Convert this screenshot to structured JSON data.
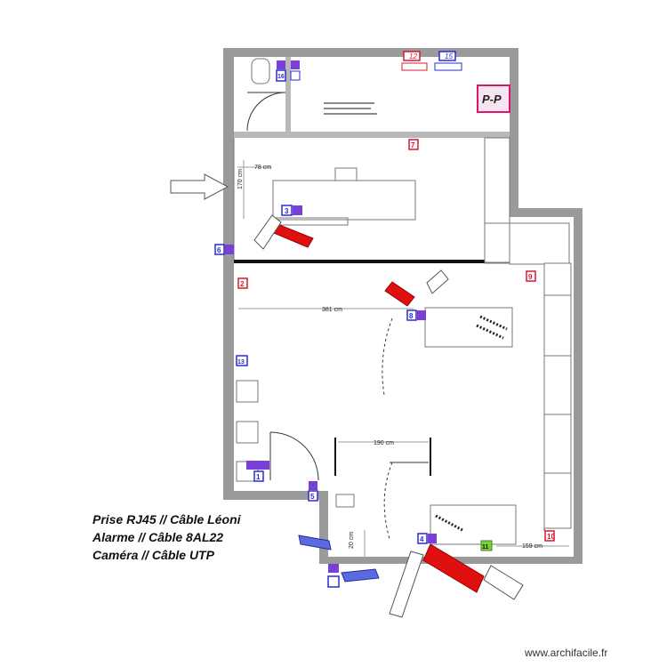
{
  "legend": {
    "line1": "Prise RJ45  // Câble Léoni",
    "line2": "Alarme   // Câble 8AL22",
    "line3": "Caméra   // Câble UTP"
  },
  "watermark": "www.archifacile.fr",
  "dimensions": {
    "d78": "78 cm",
    "d170": "170 cm",
    "d381": "381 cm",
    "d190": "190 cm",
    "d159": "159 cm",
    "d20": "20 cm"
  },
  "badges": {
    "b12": "12",
    "b15": "15",
    "pp": "P-P",
    "b16": "16",
    "b7": "7",
    "b6": "6",
    "b3": "3",
    "b2": "2",
    "b13": "13",
    "b8": "8",
    "b9": "9",
    "b1": "1",
    "b5": "5",
    "b4": "4",
    "b11": "11",
    "b10": "10"
  },
  "colors": {
    "wall": "#9a9a9a",
    "blue_badge": "#2a2ad8",
    "red_badge": "#d81830",
    "purple_badge": "#7a3fd6",
    "arrow_red": "#e01010",
    "arrow_blue": "#5a6ae0",
    "green_badge": "#7ad23a"
  }
}
